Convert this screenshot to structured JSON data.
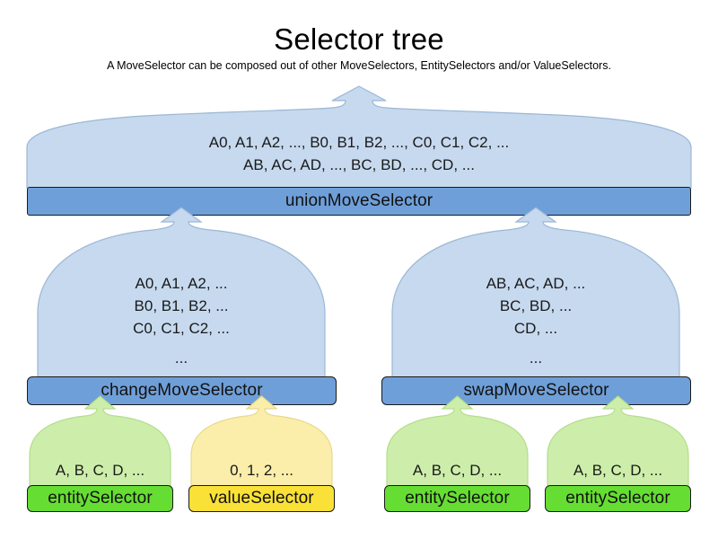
{
  "header": {
    "title": "Selector tree",
    "subtitle": "A MoveSelector can be composed out of other MoveSelectors, EntitySelectors and/or ValueSelectors."
  },
  "colors": {
    "move_balloon_fill": "#c6d9ef",
    "move_balloon_stroke": "#9bb7d4",
    "move_bar_fill": "#6f9fd8",
    "move_bar_stroke": "#1a1a1a",
    "entity_balloon_fill": "#cdeeaa",
    "entity_balloon_stroke": "#b4dd8c",
    "entity_bar_fill": "#66dd33",
    "value_balloon_fill": "#faeeaa",
    "value_balloon_stroke": "#e8d98a",
    "value_bar_fill": "#fae137",
    "text": "#000000"
  },
  "nodes": {
    "union": {
      "label": "unionMoveSelector",
      "lines": [
        "A0, A1, A2, ..., B0, B1, B2, ..., C0, C1, C2, ...",
        "AB, AC, AD, ..., BC, BD, ..., CD, ..."
      ]
    },
    "change": {
      "label": "changeMoveSelector",
      "lines": [
        "A0, A1, A2, ...",
        "B0, B1, B2, ...",
        "C0, C1, C2, ...",
        "..."
      ]
    },
    "swap": {
      "label": "swapMoveSelector",
      "lines": [
        "AB, AC, AD, ...",
        "BC, BD, ...",
        "CD, ...",
        "..."
      ]
    },
    "entity1": {
      "label": "entitySelector",
      "lines": [
        "A, B, C, D, ..."
      ]
    },
    "value1": {
      "label": "valueSelector",
      "lines": [
        "0, 1, 2, ..."
      ]
    },
    "entity2": {
      "label": "entitySelector",
      "lines": [
        "A, B, C, D, ..."
      ]
    },
    "entity3": {
      "label": "entitySelector",
      "lines": [
        "A, B, C, D, ..."
      ]
    }
  }
}
